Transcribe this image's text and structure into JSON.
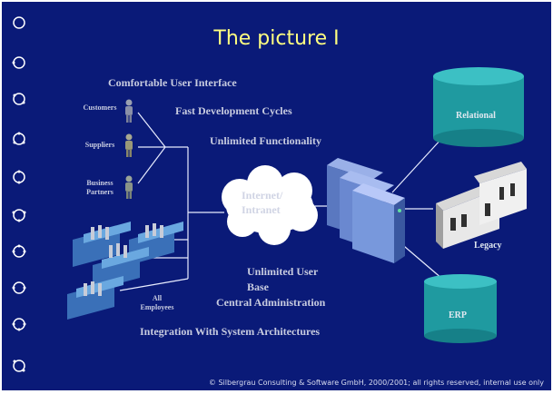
{
  "slide": {
    "title": "The picture I",
    "features": {
      "ui": "Comfortable User Interface",
      "dev": "Fast Development Cycles",
      "func": "Unlimited Functionality",
      "userbase_1": "Unlimited User",
      "userbase_2": "Base",
      "admin": "Central Administration",
      "integration": "Integration With System Architectures"
    },
    "users": {
      "customers": "Customers",
      "suppliers": "Suppliers",
      "partners_1": "Business",
      "partners_2": "Partners",
      "employees_1": "All",
      "employees_2": "Employees"
    },
    "network": {
      "line1": "Internet/",
      "line2": "Intranet"
    },
    "backends": {
      "relational": "Relational",
      "legacy": "Legacy",
      "erp": "ERP"
    },
    "footer": "© Silbergrau Consulting & Software GmbH, 2000/2001; all rights reserved, internal use only"
  },
  "colors": {
    "background": "#0a1a78",
    "title": "#ffff80",
    "db_teal": "#1f9aa0",
    "server_blue": "#5a78c0"
  },
  "icons": [
    "rail-circle-icon",
    "person-icon",
    "cloud-icon",
    "server-icon",
    "database-icon",
    "mainframe-icon",
    "office-group-icon"
  ]
}
